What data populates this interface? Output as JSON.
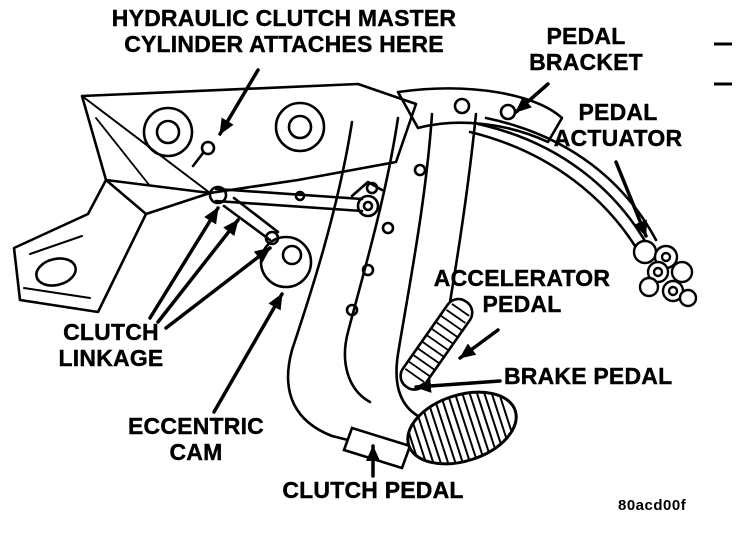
{
  "figure": {
    "code": "80acd00f"
  },
  "colors": {
    "ink": "#000000",
    "background": "#ffffff"
  },
  "labels": {
    "master_cylinder": {
      "line1": "HYDRAULIC CLUTCH MASTER",
      "line2": "CYLINDER ATTACHES HERE"
    },
    "pedal_bracket": {
      "line1": "PEDAL",
      "line2": "BRACKET"
    },
    "pedal_actuator": {
      "line1": "PEDAL",
      "line2": "ACTUATOR"
    },
    "accelerator_pedal": {
      "line1": "ACCELERATOR",
      "line2": "PEDAL"
    },
    "brake_pedal": {
      "line1": "BRAKE PEDAL"
    },
    "clutch_pedal": {
      "line1": "CLUTCH PEDAL"
    },
    "clutch_linkage": {
      "line1": "CLUTCH",
      "line2": "LINKAGE"
    },
    "eccentric_cam": {
      "line1": "ECCENTRIC",
      "line2": "CAM"
    }
  }
}
